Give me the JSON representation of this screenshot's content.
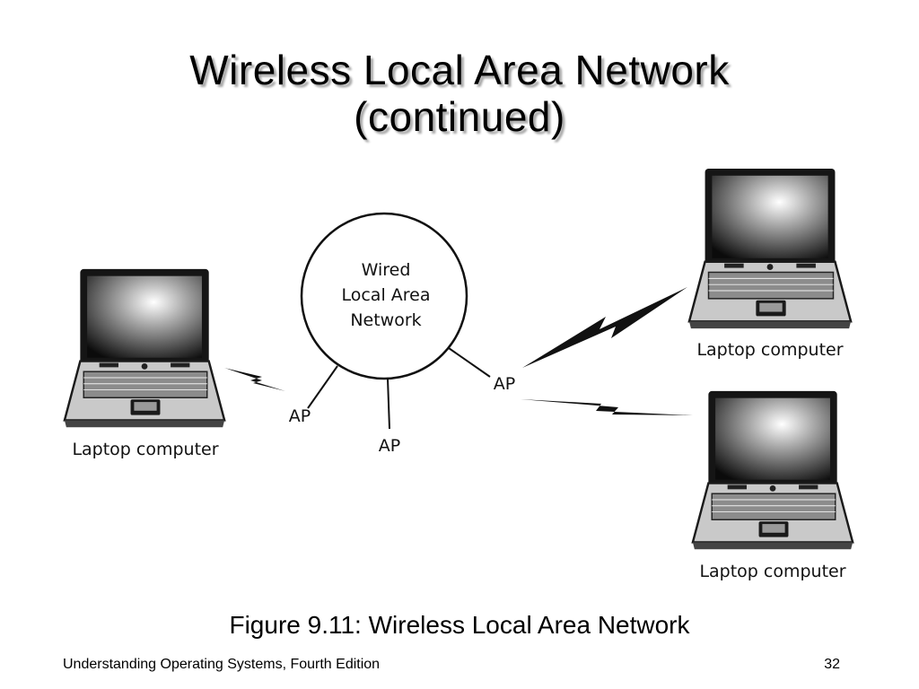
{
  "slide": {
    "title_line1": "Wireless Local Area Network",
    "title_line2": "(continued)",
    "caption": "Figure 9.11: Wireless Local Area Network",
    "footer_left": "Understanding Operating Systems, Fourth Edition",
    "page_number": "32"
  },
  "diagram": {
    "wired_network_lines": [
      "Wired",
      "Local Area",
      "Network"
    ],
    "access_points": [
      "AP",
      "AP",
      "AP"
    ],
    "laptops": [
      "Laptop computer",
      "Laptop computer",
      "Laptop computer"
    ]
  },
  "icons": {
    "laptop": "laptop-icon",
    "wireless_link": "lightning-bolt-icon"
  }
}
